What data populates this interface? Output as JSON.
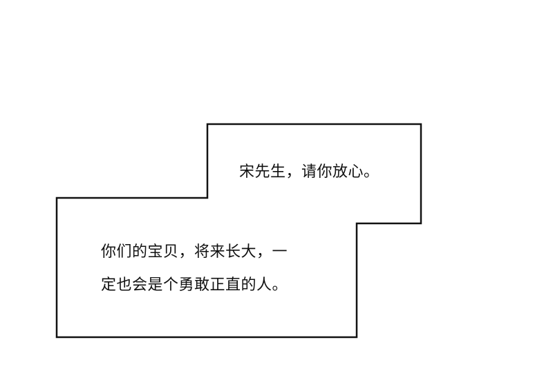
{
  "speech_box": {
    "upper_text": "宋先生，请你放心。",
    "lower_lines": [
      "你们的宝贝，将来长大，一",
      "定也会是个勇敢正直的人。"
    ]
  }
}
